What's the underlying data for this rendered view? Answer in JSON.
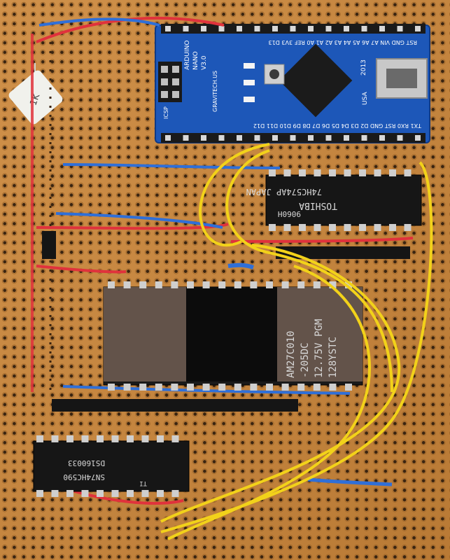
{
  "image": {
    "subject": "stripboard EPROM reader circuit",
    "colors": {
      "board": "#c8883f",
      "board_dark": "#a8692a",
      "hole": "#3a2410",
      "arduino_pcb": "#1d57b8",
      "wire_red": "#e0323c",
      "wire_blue": "#2f6fd8",
      "wire_yellow": "#f2d21a",
      "chip_black": "#151515",
      "eprom_window": "#6b5a50"
    }
  },
  "arduino": {
    "silk_lines": [
      "ARDUINO",
      "NANO",
      "V3.0"
    ],
    "brand": "GRAVITECH.US",
    "pin_top": "RST GND VIN A7 A6 A5 A4 A3 A2 A1 A0 REF 3V3 D13",
    "pin_bottom": "TX1 RX0 RST GND D2 D3 D4 D5 D6 D7 D8 D9 D10 D11 D12",
    "year": "2013",
    "usa": "USA",
    "icsp": "ICSP"
  },
  "latch_chip": {
    "brand": "TOSHIBA",
    "part": "74HC574AP JAPAN",
    "code": "9060H"
  },
  "eprom": {
    "line1": "AM27C010",
    "line2": "-205DC",
    "line3": "12.75V PGM",
    "line4": "128YSTC"
  },
  "counter_chip": {
    "line1": "SN74HC590",
    "line2": "DS160033",
    "line3": "TI"
  },
  "resistor": {
    "label": "1K"
  }
}
